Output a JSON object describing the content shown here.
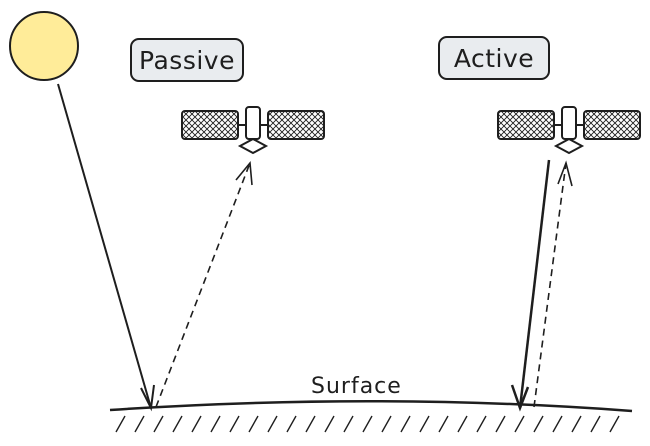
{
  "labels": {
    "passive": "Passive",
    "active": "Active",
    "surface": "Surface"
  },
  "icons": {
    "sun": "sun-icon",
    "satellite": "satellite-icon"
  },
  "colors": {
    "sun_fill": "#ffec99",
    "sun_stroke": "#1e1e1e",
    "stroke": "#1e1e1e",
    "label_fill": "#e9ecef"
  }
}
